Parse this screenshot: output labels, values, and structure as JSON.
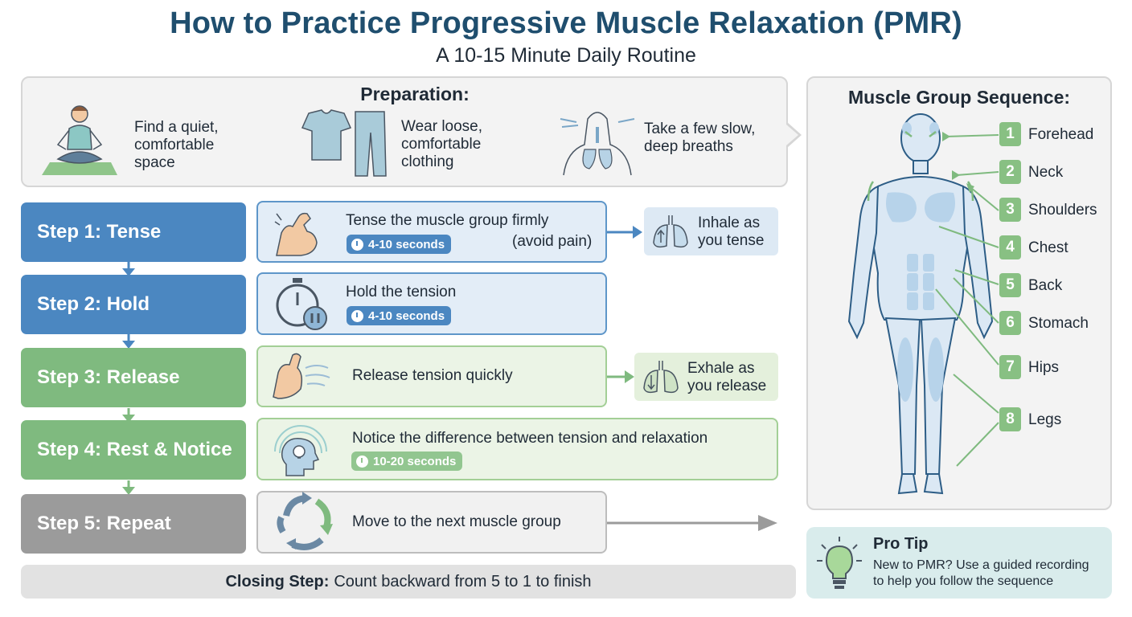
{
  "title": "How to Practice Progressive Muscle Relaxation (PMR)",
  "subtitle": "A 10-15 Minute Daily Routine",
  "preparation": {
    "heading": "Preparation:",
    "items": [
      {
        "icon": "meditating-person-icon",
        "text": "Find a quiet,\ncomfortable\nspace"
      },
      {
        "icon": "loose-clothing-icon",
        "text": "Wear loose,\ncomfortable\nclothing"
      },
      {
        "icon": "lungs-breathing-icon",
        "text": "Take a few slow,\ndeep breaths"
      }
    ]
  },
  "steps": [
    {
      "label": "Step 1: Tense",
      "color": "#4b87c1",
      "icon": "flexed-arm-icon",
      "description": "Tense the muscle group firmly",
      "note": "(avoid pain)",
      "duration": "4-10 seconds",
      "breath": "Inhale as\nyou tense"
    },
    {
      "label": "Step 2: Hold",
      "color": "#4b87c1",
      "icon": "stopwatch-icon",
      "description": "Hold the tension",
      "duration": "4-10 seconds"
    },
    {
      "label": "Step 3: Release",
      "color": "#7fba7f",
      "icon": "relaxed-arm-icon",
      "description": "Release tension quickly",
      "breath": "Exhale as\nyou release"
    },
    {
      "label": "Step 4: Rest & Notice",
      "color": "#7fba7f",
      "icon": "mindful-head-icon",
      "description": "Notice the difference between tension and relaxation",
      "duration": "10-20 seconds"
    },
    {
      "label": "Step 5: Repeat",
      "color": "#9b9b9b",
      "icon": "cycle-arrows-icon",
      "description": "Move to the next muscle group"
    }
  ],
  "closing": {
    "bold": "Closing Step:",
    "text": "Count backward from 5 to 1 to finish"
  },
  "sequence": {
    "heading": "Muscle Group Sequence:",
    "items": [
      {
        "num": "1",
        "label": "Forehead"
      },
      {
        "num": "2",
        "label": "Neck"
      },
      {
        "num": "3",
        "label": "Shoulders"
      },
      {
        "num": "4",
        "label": "Chest"
      },
      {
        "num": "5",
        "label": "Back"
      },
      {
        "num": "6",
        "label": "Stomach"
      },
      {
        "num": "7",
        "label": "Hips"
      },
      {
        "num": "8",
        "label": "Legs"
      }
    ]
  },
  "pro_tip": {
    "heading": "Pro Tip",
    "text": "New to PMR? Use a guided recording\nto help you follow the sequence"
  }
}
